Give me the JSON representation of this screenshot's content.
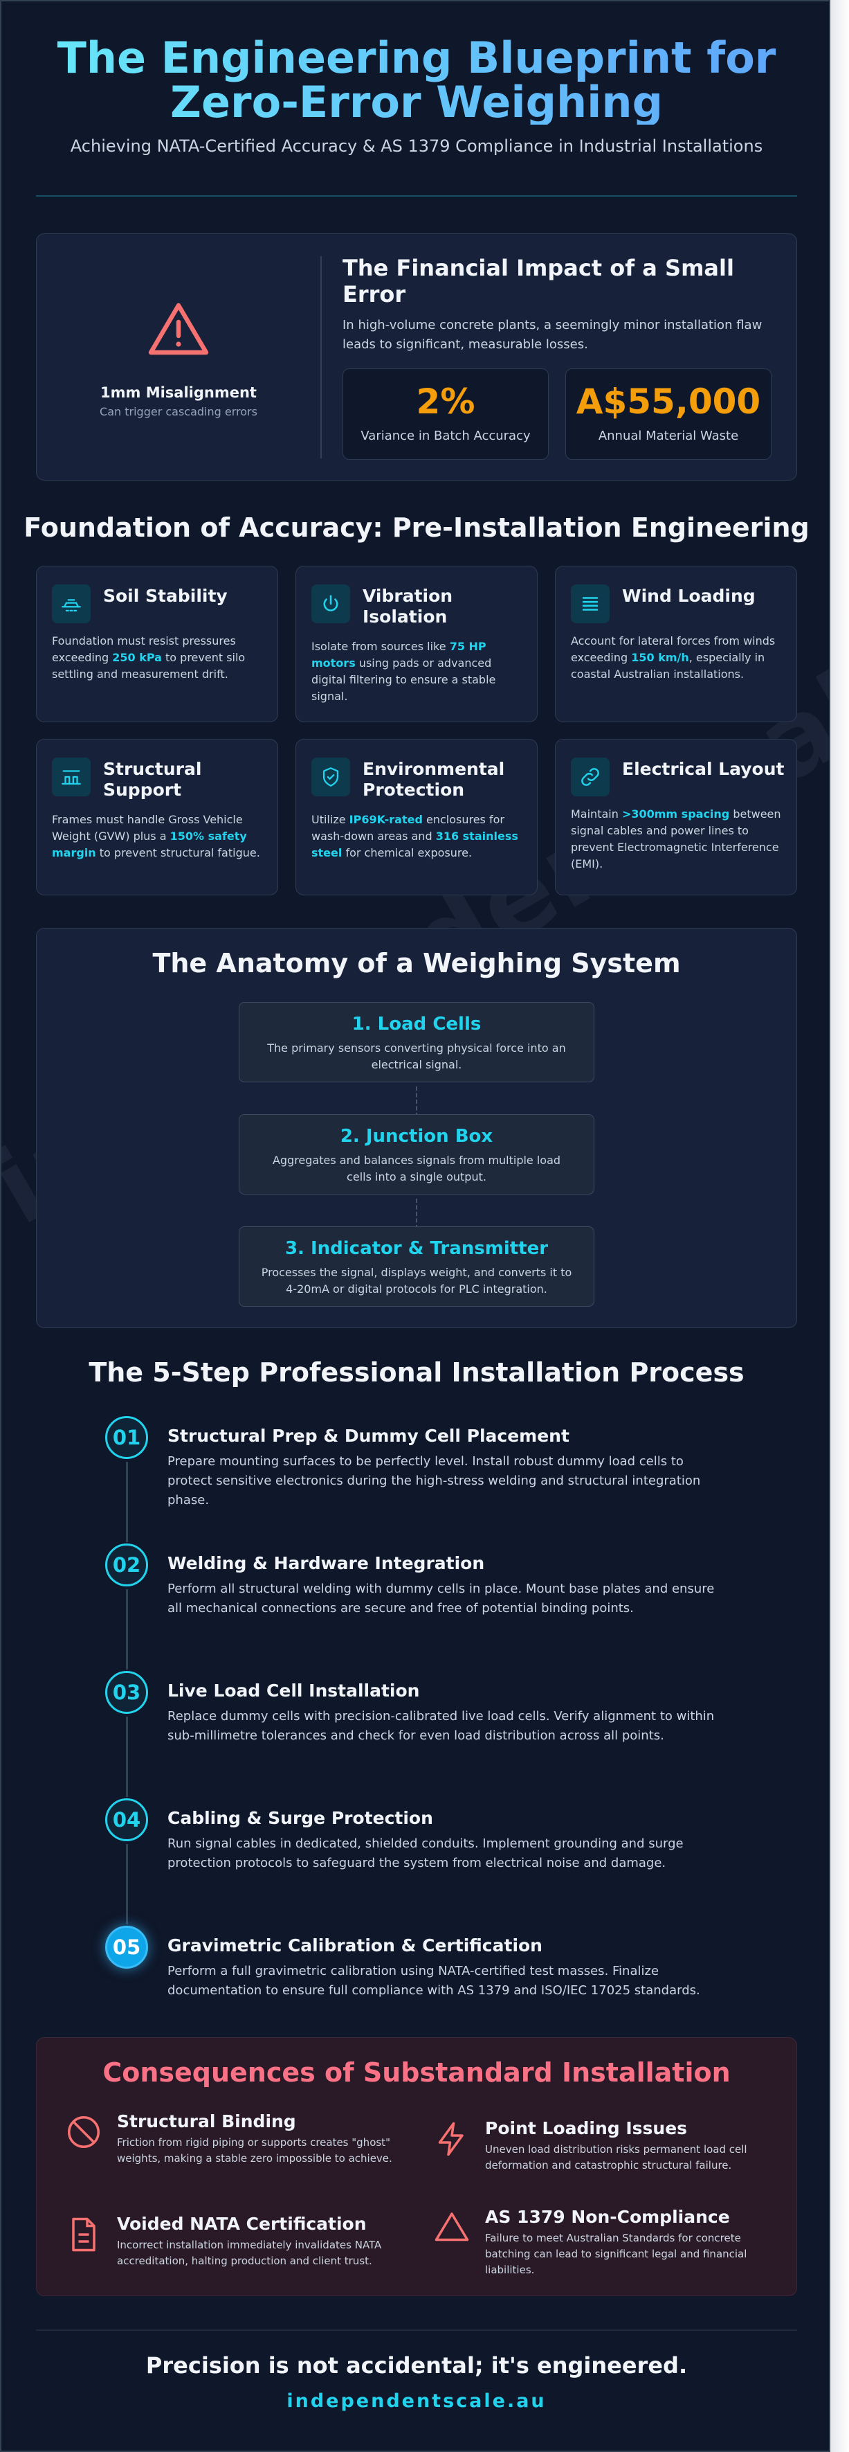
{
  "header": {
    "title": "The Engineering Blueprint for Zero-Error Weighing",
    "subtitle": "Achieving NATA-Certified Accuracy & AS 1379 Compliance in Industrial Installations"
  },
  "watermark": "independentscale.au",
  "financial": {
    "misalignment_title": "1mm Misalignment",
    "misalignment_sub": "Can trigger cascading errors",
    "heading": "The Financial Impact of a Small Error",
    "text": "In high-volume concrete plants, a seemingly minor installation flaw leads to significant, measurable losses.",
    "stats": [
      {
        "value": "2%",
        "label": "Variance in Batch Accuracy"
      },
      {
        "value": "A$55,000",
        "label": "Annual Material Waste"
      }
    ]
  },
  "foundation": {
    "title": "Foundation of Accuracy: Pre-Installation Engineering",
    "cards": [
      {
        "icon": "soil-icon",
        "title": "Soil Stability",
        "pre": "Foundation must resist pressures exceeding ",
        "hl1": "250 kPa",
        "mid": " to prevent silo settling and measurement drift.",
        "hl2": "",
        "post": ""
      },
      {
        "icon": "power-icon",
        "title": "Vibration Isolation",
        "pre": "Isolate from sources like ",
        "hl1": "75 HP motors",
        "mid": " using pads or advanced digital filtering to ensure a stable signal.",
        "hl2": "",
        "post": ""
      },
      {
        "icon": "wind-icon",
        "title": "Wind Loading",
        "pre": "Account for lateral forces from winds exceeding ",
        "hl1": "150 km/h",
        "mid": ", especially in coastal Australian installations.",
        "hl2": "",
        "post": ""
      },
      {
        "icon": "structure-icon",
        "title": "Structural Support",
        "pre": "Frames must handle Gross Vehicle Weight (GVW) plus a ",
        "hl1": "150% safety margin",
        "mid": " to prevent structural fatigue.",
        "hl2": "",
        "post": ""
      },
      {
        "icon": "shield-icon",
        "title": "Environmental Protection",
        "pre": "Utilize ",
        "hl1": "IP69K-rated",
        "mid": " enclosures for wash-down areas and ",
        "hl2": "316 stainless steel",
        "post": " for chemical exposure."
      },
      {
        "icon": "link-icon",
        "title": "Electrical Layout",
        "pre": "Maintain ",
        "hl1": ">300mm spacing",
        "mid": " between signal cables and power lines to prevent Electromagnetic Interference (EMI).",
        "hl2": "",
        "post": ""
      }
    ]
  },
  "anatomy": {
    "title": "The Anatomy of a Weighing System",
    "nodes": [
      {
        "title": "1. Load Cells",
        "desc": "The primary sensors converting physical force into an electrical signal."
      },
      {
        "title": "2. Junction Box",
        "desc": "Aggregates and balances signals from multiple load cells into a single output."
      },
      {
        "title": "3. Indicator & Transmitter",
        "desc": "Processes the signal, displays weight, and converts it to 4-20mA or digital protocols for PLC integration."
      }
    ]
  },
  "process": {
    "title": "The 5-Step Professional Installation Process",
    "steps": [
      {
        "num": "01",
        "title": "Structural Prep & Dummy Cell Placement",
        "desc": "Prepare mounting surfaces to be perfectly level. Install robust dummy load cells to protect sensitive electronics during the high-stress welding and structural integration phase."
      },
      {
        "num": "02",
        "title": "Welding & Hardware Integration",
        "desc": "Perform all structural welding with dummy cells in place. Mount base plates and ensure all mechanical connections are secure and free of potential binding points."
      },
      {
        "num": "03",
        "title": "Live Load Cell Installation",
        "desc": "Replace dummy cells with precision-calibrated live load cells. Verify alignment to within sub-millimetre tolerances and check for even load distribution across all points."
      },
      {
        "num": "04",
        "title": "Cabling & Surge Protection",
        "desc": "Run signal cables in dedicated, shielded conduits. Implement grounding and surge protection protocols to safeguard the system from electrical noise and damage."
      },
      {
        "num": "05",
        "title": "Gravimetric Calibration & Certification",
        "desc": "Perform a full gravimetric calibration using NATA-certified test masses. Finalize documentation to ensure full compliance with AS 1379 and ISO/IEC 17025 standards."
      }
    ]
  },
  "consequences": {
    "title": "Consequences of Substandard Installation",
    "items": [
      {
        "icon": "ban-icon",
        "title": "Structural Binding",
        "desc": "Friction from rigid piping or supports creates \"ghost\" weights, making a stable zero impossible to achieve."
      },
      {
        "icon": "bolt-icon",
        "title": "Point Loading Issues",
        "desc": "Uneven load distribution risks permanent load cell deformation and catastrophic structural failure."
      },
      {
        "icon": "document-icon",
        "title": "Voided NATA Certification",
        "desc": "Incorrect installation immediately invalidates NATA accreditation, halting production and client trust."
      },
      {
        "icon": "warning-icon",
        "title": "AS 1379 Non-Compliance",
        "desc": "Failure to meet Australian Standards for concrete batching can lead to significant legal and financial liabilities."
      }
    ]
  },
  "footer": {
    "tagline": "Precision is not accidental; it's engineered.",
    "site": "independentscale.au"
  },
  "colors": {
    "accent": "#22d3ee",
    "highlight": "#f59e0b",
    "danger": "#f87171",
    "background": "#0f172a"
  }
}
